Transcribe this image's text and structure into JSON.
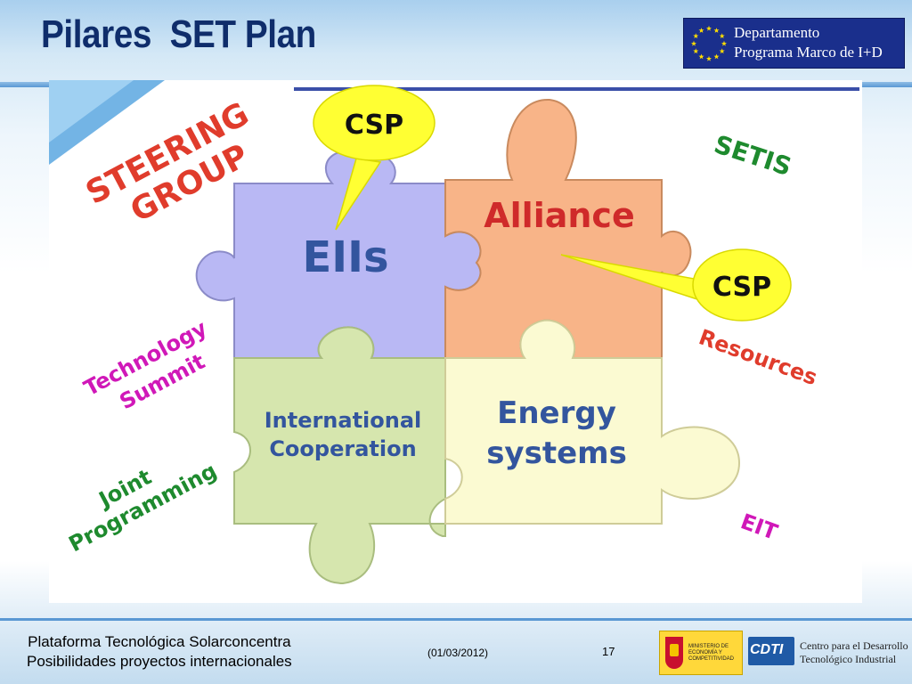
{
  "slide": {
    "title": "Pilares  SET Plan",
    "eu_logo": {
      "line1": "Departamento",
      "line2": "Programa Marco de I+D",
      "icon": "eu-stars-icon",
      "bg": "#1a2f8c"
    },
    "puzzle": {
      "pieces": [
        {
          "id": "eiis",
          "label": "EIIs",
          "color": "#b9b8f4",
          "text_color": "#33559e"
        },
        {
          "id": "alliance",
          "label": "Alliance",
          "color": "#f8b488",
          "text_color": "#cf2a2a"
        },
        {
          "id": "international",
          "label_line1": "International",
          "label_line2": "Cooperation",
          "color": "#d6e6ae",
          "text_color": "#33559e"
        },
        {
          "id": "energy",
          "label_line1": "Energy",
          "label_line2": "systems",
          "color": "#fbfad2",
          "text_color": "#33559e"
        }
      ],
      "callouts": [
        {
          "id": "csp-top",
          "label": "CSP",
          "color": "#ffff33"
        },
        {
          "id": "csp-right",
          "label": "CSP",
          "color": "#ffff33"
        }
      ],
      "side_labels": {
        "steering_line1": "STEERING",
        "steering_line2": "GROUP",
        "setis": "SETIS",
        "technology_line1": "Technology",
        "technology_line2": "Summit",
        "resources": "Resources",
        "joint_line1": "Joint",
        "joint_line2": "Programming",
        "eit": "EIT"
      },
      "label_colors": {
        "steering": "#e03c2c",
        "setis": "#1e8a2e",
        "technology": "#d018b8",
        "resources": "#e03c2c",
        "joint": "#1e8a2e",
        "eit": "#d018b8"
      }
    },
    "footer": {
      "line1": "Plataforma Tecnológica Solarconcentra",
      "line2": "Posibilidades proyectos internacionales",
      "date": "(01/03/2012)",
      "page": "17",
      "ministry_text": "MINISTERIO DE ECONOMÍA Y COMPETITIVIDAD",
      "cdti_mark": "CDTI",
      "cdti_line1": "Centro para el Desarrollo",
      "cdti_line2": "Tecnológico Industrial"
    }
  }
}
